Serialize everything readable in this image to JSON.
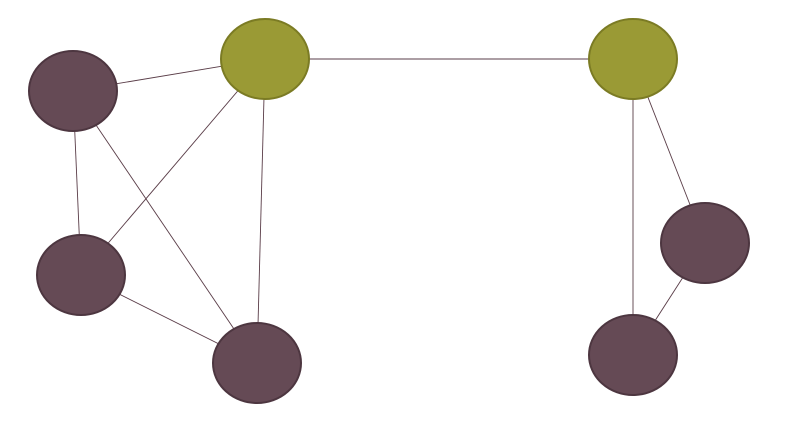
{
  "colors": {
    "background": "#ffffff",
    "hub_fill": "#9a9a35",
    "hub_stroke": "#7b7b24",
    "node_fill": "#654a55",
    "node_stroke": "#4d3640",
    "edge": "#5a3d48"
  },
  "nodes": [
    {
      "id": "a",
      "kind": "node"
    },
    {
      "id": "b",
      "kind": "hub"
    },
    {
      "id": "c",
      "kind": "hub"
    },
    {
      "id": "d",
      "kind": "node"
    },
    {
      "id": "e",
      "kind": "node"
    },
    {
      "id": "f",
      "kind": "node"
    },
    {
      "id": "g",
      "kind": "node"
    }
  ],
  "edges": [
    [
      "a",
      "b"
    ],
    [
      "a",
      "d"
    ],
    [
      "a",
      "e"
    ],
    [
      "b",
      "d"
    ],
    [
      "b",
      "e"
    ],
    [
      "d",
      "e"
    ],
    [
      "b",
      "c"
    ],
    [
      "c",
      "g"
    ],
    [
      "c",
      "f"
    ],
    [
      "f",
      "g"
    ]
  ]
}
